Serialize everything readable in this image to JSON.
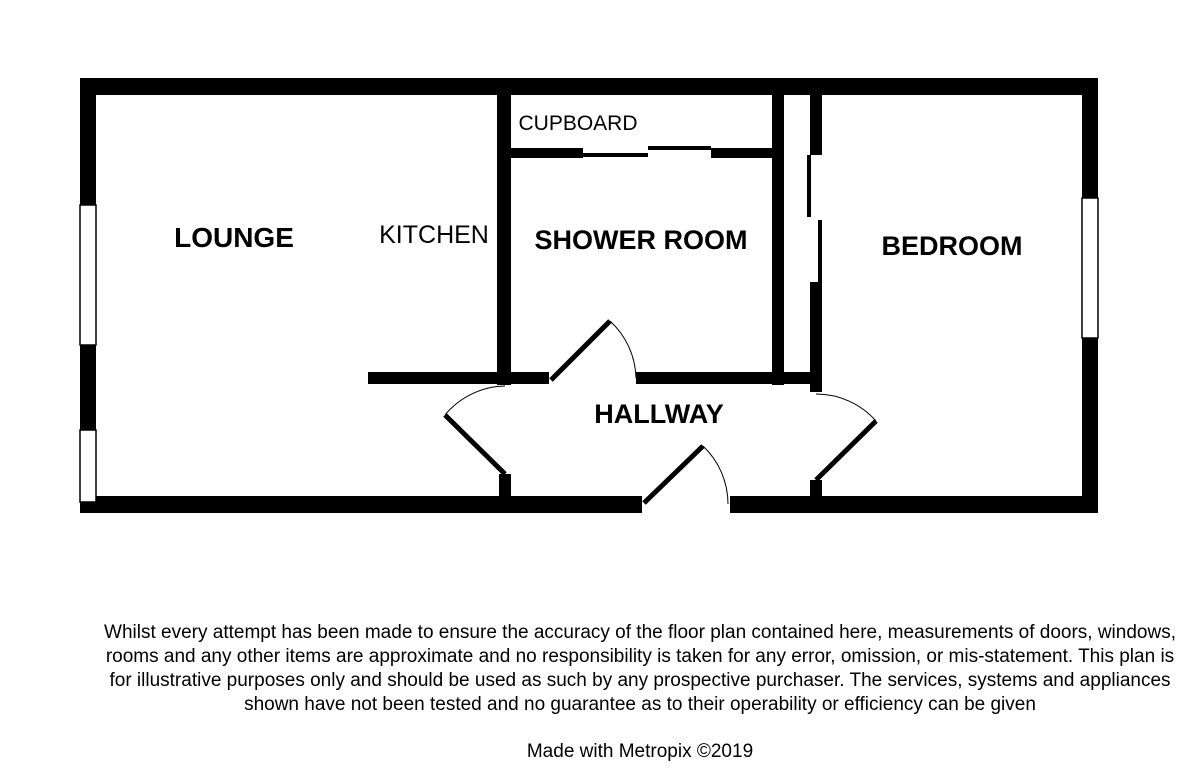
{
  "rooms": {
    "lounge": "LOUNGE",
    "kitchen": "KITCHEN",
    "cupboard": "CUPBOARD",
    "shower_room": "SHOWER ROOM",
    "bedroom": "BEDROOM",
    "hallway": "HALLWAY"
  },
  "disclaimer": "Whilst every attempt has been made to ensure the accuracy of the floor plan contained here, measurements of doors, windows, rooms and any other items are approximate and no responsibility is taken for any error, omission, or mis-statement. This plan is for illustrative purposes only and should be used as such by any prospective purchaser. The services, systems and appliances shown have not been tested and no guarantee as to their operability or efficiency can be given",
  "credit": "Made with Metropix ©2019",
  "colors": {
    "wall": "#000000",
    "background": "#ffffff"
  }
}
